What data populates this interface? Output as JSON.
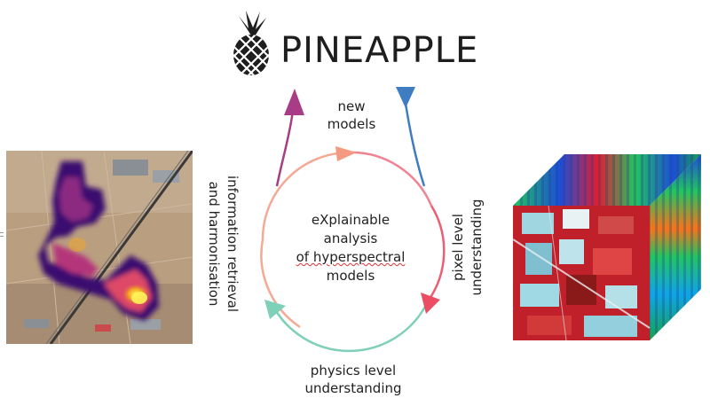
{
  "logo": {
    "text": "PINEAPPLE",
    "icon": "pineapple-icon"
  },
  "labels": {
    "top": [
      "new",
      "models"
    ],
    "center": [
      "eXplainable",
      "analysis",
      "of hyperspectral",
      "models"
    ],
    "bottom": [
      "physics level",
      "understanding"
    ],
    "left": [
      "information retrieval",
      "and harmonisation"
    ],
    "right": [
      "pixel level",
      "understanding"
    ]
  },
  "colors": {
    "arc_top": "#f08c72",
    "arc_right": "#ea4d64",
    "arc_bottom": "#7fd0b8",
    "arrow_out": "#a83c86",
    "arrow_in": "#3f7cc2"
  },
  "images": {
    "left": "satellite-heatmap-image",
    "right": "hyperspectral-cube-image"
  }
}
